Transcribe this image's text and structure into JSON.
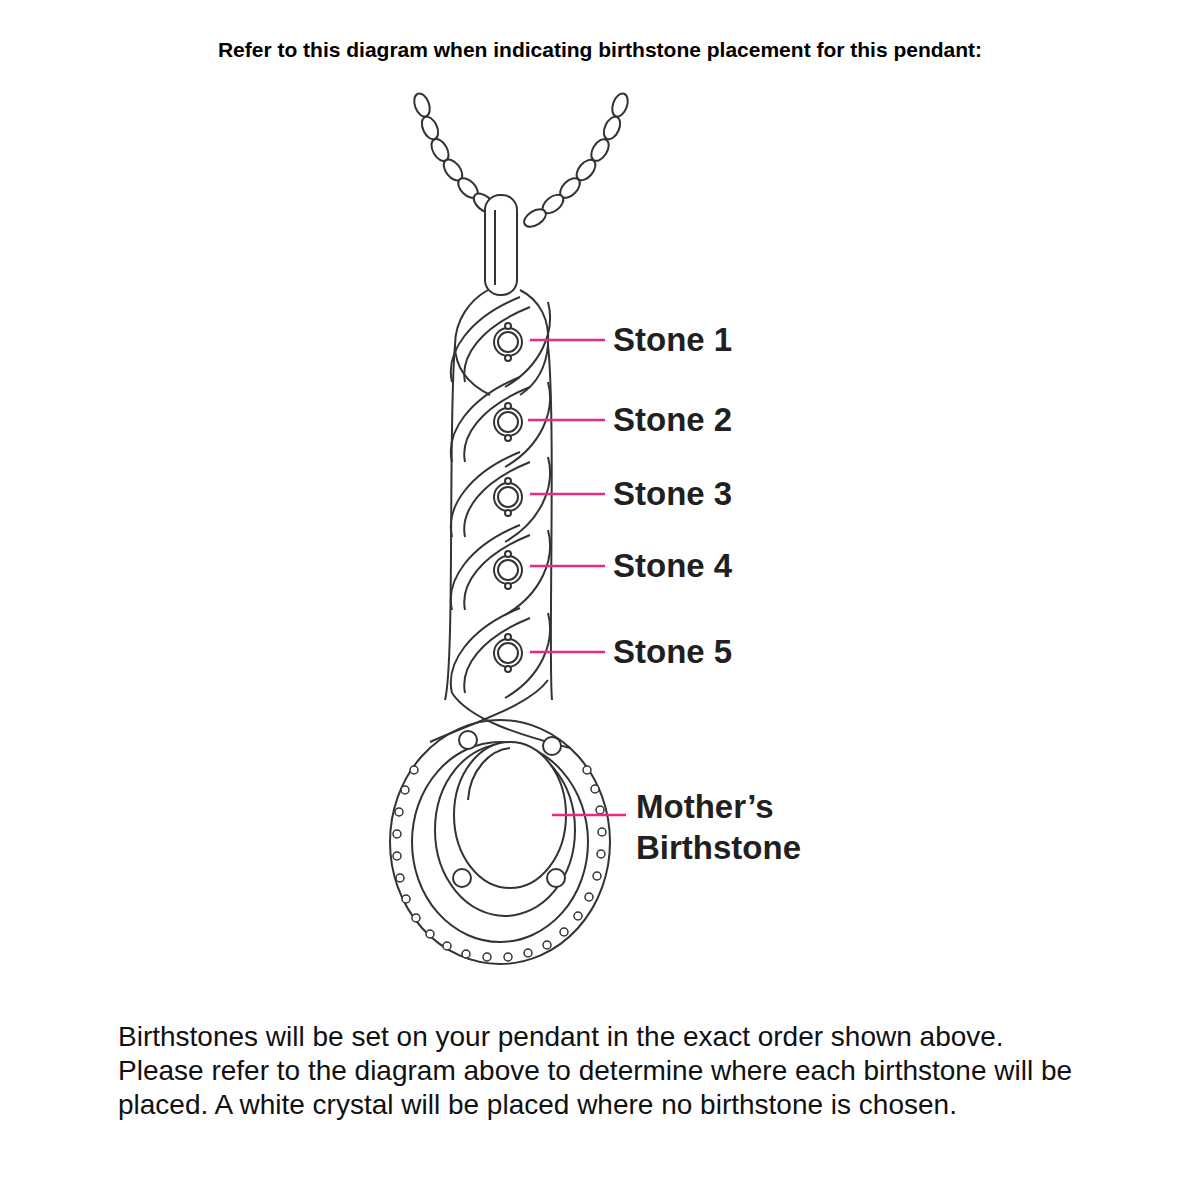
{
  "diagram": {
    "title": "Refer to this diagram when indicating birthstone placement for this pendant:",
    "caption": "Birthstones will be set on your pendant in the exact order shown above. Please refer to the diagram above to determine where each birthstone will be placed. A white crystal will be placed where no birthstone is chosen.",
    "labels": [
      "Stone 1",
      "Stone 2",
      "Stone 3",
      "Stone 4",
      "Stone 5",
      "Mother’s Birthstone"
    ]
  }
}
